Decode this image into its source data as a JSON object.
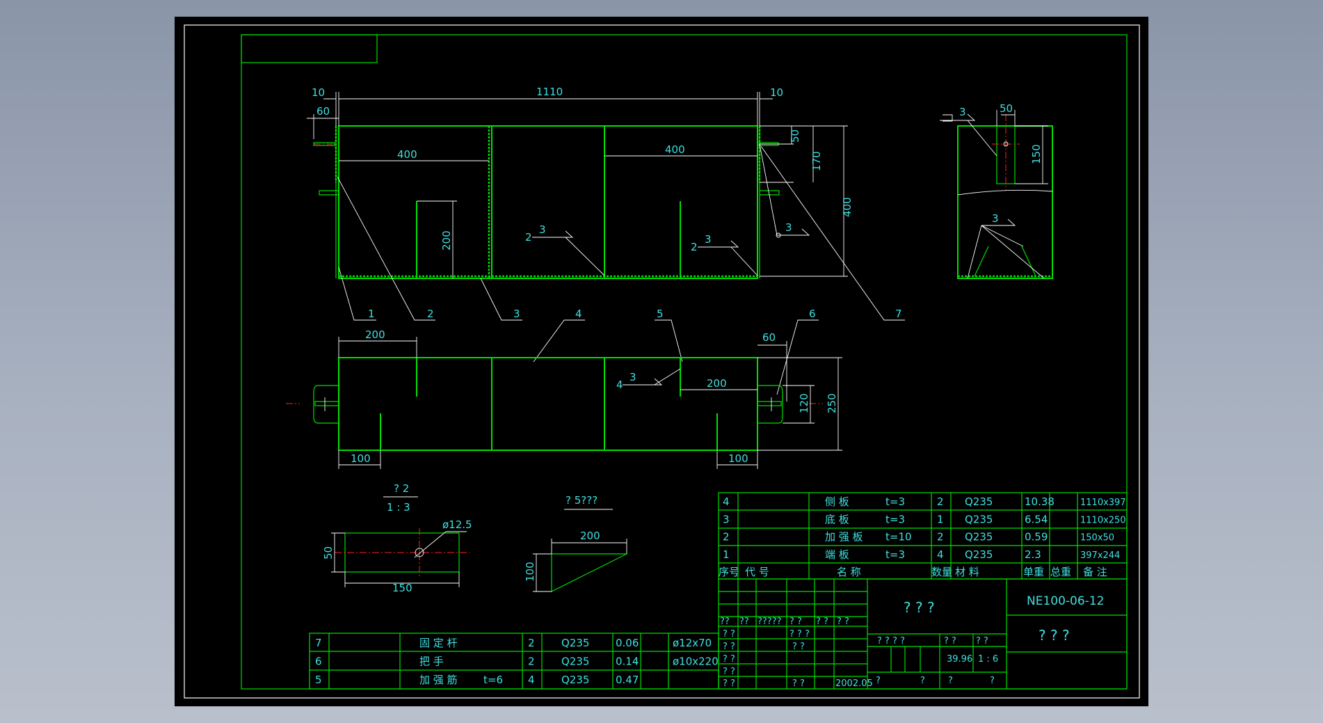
{
  "colors": {
    "background": "#000000",
    "frame": "#ffffff",
    "geometry": "#00e000",
    "text": "#3fe0e0",
    "centerline": "#ff2020"
  },
  "front_view": {
    "dims": {
      "d10_left": "10",
      "d60": "60",
      "d1110": "1110",
      "d10_right": "10",
      "d400_left": "400",
      "d400_right": "400",
      "d200": "200",
      "d50": "50",
      "d170": "170",
      "d400_height": "400"
    },
    "welds": {
      "w1": "2",
      "w1_size": "3",
      "w2": "2",
      "w2_size": "3",
      "w3": "3"
    },
    "balloons": [
      "1",
      "2",
      "3",
      "4",
      "5",
      "6",
      "7"
    ]
  },
  "side_view": {
    "weld_top": "3",
    "d50": "50",
    "d150": "150",
    "weld_mid": "3"
  },
  "plan_view": {
    "d200_left": "200",
    "d60": "60",
    "weld_num": "4",
    "weld_size": "3",
    "d200_right": "200",
    "d120": "120",
    "d250": "250",
    "d100_left": "100",
    "d100_right": "100"
  },
  "detail2": {
    "title_top": "? 2",
    "title_bottom": "1 : 3",
    "dia": "ø12.5",
    "d50": "50",
    "d150": "150"
  },
  "detail5": {
    "title": "? 5???",
    "d200": "200",
    "d100": "100"
  },
  "bom_upper": {
    "rows": [
      {
        "no": "4",
        "name": "侧  板",
        "spec": "t=3",
        "qty": "2",
        "mat": "Q235",
        "wt": "10.38",
        "note": "1110x397"
      },
      {
        "no": "3",
        "name": "底  板",
        "spec": "t=3",
        "qty": "1",
        "mat": "Q235",
        "wt": "6.54",
        "note": "1110x250"
      },
      {
        "no": "2",
        "name": "加 强 板",
        "spec": "t=10",
        "qty": "2",
        "mat": "Q235",
        "wt": "0.59",
        "note": "150x50"
      },
      {
        "no": "1",
        "name": "端  板",
        "spec": "t=3",
        "qty": "4",
        "mat": "Q235",
        "wt": "2.3",
        "note": "397x244"
      }
    ],
    "header": {
      "no": "序号",
      "code": "代     号",
      "name": "名        称",
      "qty": "数量",
      "mat": "材   料",
      "wt": "单重",
      "total": "总重",
      "note": "备  注"
    }
  },
  "bom_lower": {
    "rows": [
      {
        "no": "7",
        "name": "固 定 杆",
        "spec": "",
        "qty": "2",
        "mat": "Q235",
        "wt": "0.06",
        "note": "ø12x70"
      },
      {
        "no": "6",
        "name": "把    手",
        "spec": "",
        "qty": "2",
        "mat": "Q235",
        "wt": "0.14",
        "note": "ø10x220"
      },
      {
        "no": "5",
        "name": "加 强 筋",
        "spec": "t=6",
        "qty": "4",
        "mat": "Q235",
        "wt": "0.47",
        "note": ""
      }
    ]
  },
  "title_block": {
    "drawing_no": "NE100-06-12",
    "name": "? ? ?",
    "company": "? ? ?",
    "mass": "39.96",
    "scale": "1 : 6",
    "date": "2002.05",
    "q": "?",
    "qq": "??",
    "q5": "?????",
    "q2": "? ?",
    "q3": "? ? ?",
    "q4": "? ? ? ?"
  }
}
